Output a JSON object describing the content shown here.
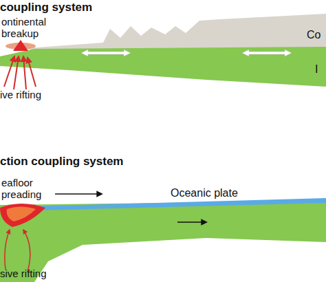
{
  "diagram": {
    "labels": [
      "coupling system",
      "ontinental breakup",
      "ive rifting",
      "Co",
      "I",
      "ction coupling system",
      "eafloor preading",
      "Oceanic plate",
      "sive rifting"
    ]
  }
}
